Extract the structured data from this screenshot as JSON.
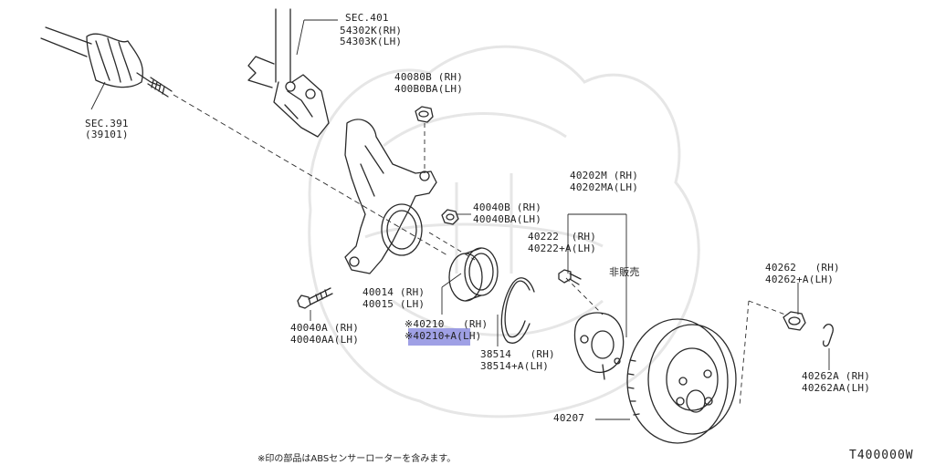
{
  "labels": {
    "sec401": "SEC.401",
    "p54302k": "54302K(RH)",
    "p54303k": "54303K(LH)",
    "p40080b": "40080B (RH)",
    "p40080ba": "400B0BA(LH)",
    "sec391": "SEC.391",
    "p39101": "(39101)",
    "p40040b": "40040B (RH)",
    "p40040ba": "40040BA(LH)",
    "p40202m": "40202M (RH)",
    "p40202ma": "40202MA(LH)",
    "p40222": "40222  (RH)",
    "p40222a": "40222+A(LH)",
    "hihanbai": "非販売",
    "p40014": "40014 (RH)",
    "p40015": "40015 (LH)",
    "p40210": "※40210   (RH)",
    "p40210a": "※40210+A(LH)",
    "p40040a": "40040A (RH)",
    "p40040aa": "40040AA(LH)",
    "p38514": "38514   (RH)",
    "p38514a": "38514+A(LH)",
    "p40262": "40262   (RH)",
    "p40262a": "40262+A(LH)",
    "p40262ar": "40262A (RH)",
    "p40262aa": "40262AA(LH)",
    "p40207": "40207"
  },
  "footnote": "※印の部品はABSセンサーローターを含みます。",
  "diagram_code": "T400000W",
  "colors": {
    "line": "#2a2a2a",
    "highlight": "#8e8fe0",
    "watermark": "#e4e4e4"
  }
}
